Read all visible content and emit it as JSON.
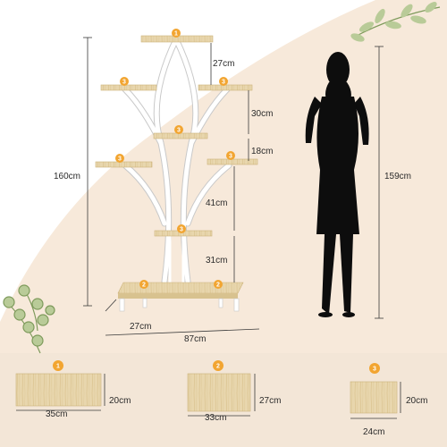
{
  "colors": {
    "background_shape": "#f7e9da",
    "bottom_band": "#f3e6d7",
    "wood": "#e8d6ad",
    "wood_grain": "#d9c08a",
    "frame": "#ffffff",
    "frame_outline": "#c9c9c9",
    "badge": "#f2a531",
    "silhouette": "#0d0d0d",
    "leaf_dark": "#7e9a5b",
    "leaf_light": "#b9cb98",
    "dimension_line": "#3a3a3a"
  },
  "shelf_dimensions": {
    "gap_1": "27cm",
    "gap_2": "30cm",
    "gap_3": "18cm",
    "gap_4": "41cm",
    "gap_5": "31cm",
    "total_height": "160cm",
    "depth": "27cm",
    "width": "87cm"
  },
  "person": {
    "height": "159cm"
  },
  "badges": [
    "1",
    "2",
    "3"
  ],
  "shelf_sizes": [
    {
      "badge": "1",
      "width": "35cm",
      "depth": "20cm"
    },
    {
      "badge": "2",
      "width": "33cm",
      "depth": "27cm"
    },
    {
      "badge": "3",
      "width": "24cm",
      "depth": "20cm"
    }
  ]
}
